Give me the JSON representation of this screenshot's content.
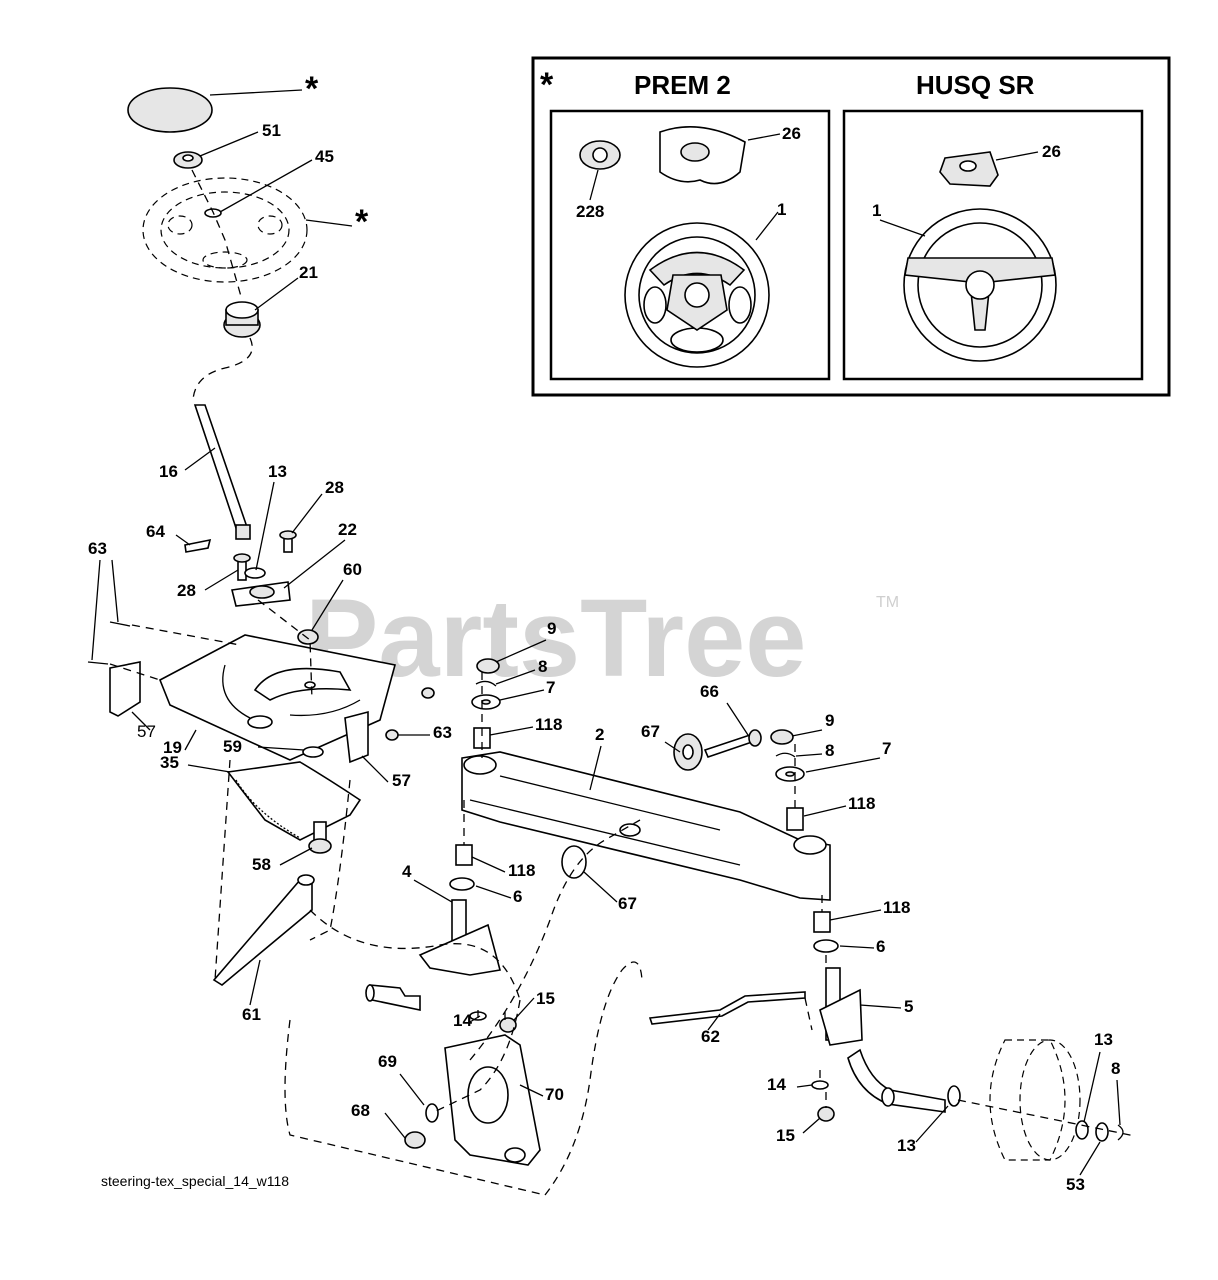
{
  "watermark": {
    "text": "PartsTree",
    "trademark": "TM"
  },
  "caption": "steering-tex_special_14_w118",
  "inset": {
    "marker": "*",
    "columns": [
      {
        "title": "PREM 2",
        "labels": [
          "26",
          "228",
          "1"
        ]
      },
      {
        "title": "HUSQ SR",
        "labels": [
          "26",
          "1"
        ]
      }
    ]
  },
  "main_labels": [
    "*",
    "51",
    "45",
    "*",
    "21",
    "16",
    "13",
    "28",
    "64",
    "22",
    "28",
    "63",
    "60",
    "57",
    "19",
    "59",
    "63",
    "35",
    "57",
    "58",
    "61",
    "9",
    "8",
    "7",
    "118",
    "66",
    "67",
    "2",
    "9",
    "8",
    "7",
    "118",
    "118",
    "6",
    "4",
    "67",
    "118",
    "6",
    "5",
    "15",
    "14",
    "62",
    "69",
    "70",
    "68",
    "13",
    "8",
    "14",
    "15",
    "13",
    "53"
  ]
}
